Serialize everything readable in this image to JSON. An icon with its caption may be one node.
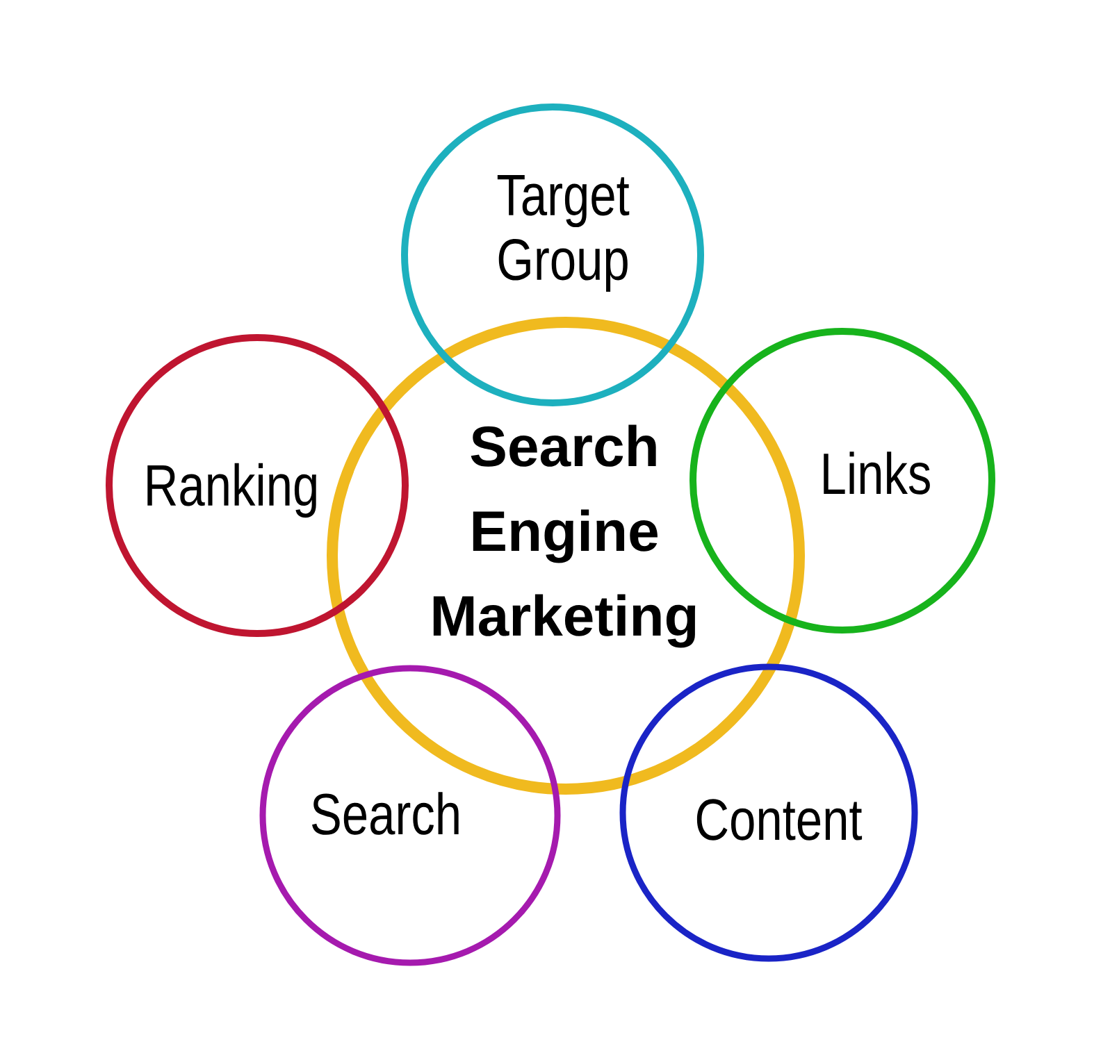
{
  "diagram": {
    "nodes": [
      {
        "text": [
          "Target Group"
        ]
      },
      {
        "text": [
          "Ranking"
        ]
      },
      {
        "text": [
          "Search Engine Marketing"
        ]
      },
      {
        "text": [
          "Links"
        ]
      },
      {
        "text": [
          "Search"
        ]
      },
      {
        "text": [
          "Content"
        ]
      }
    ]
  }
}
